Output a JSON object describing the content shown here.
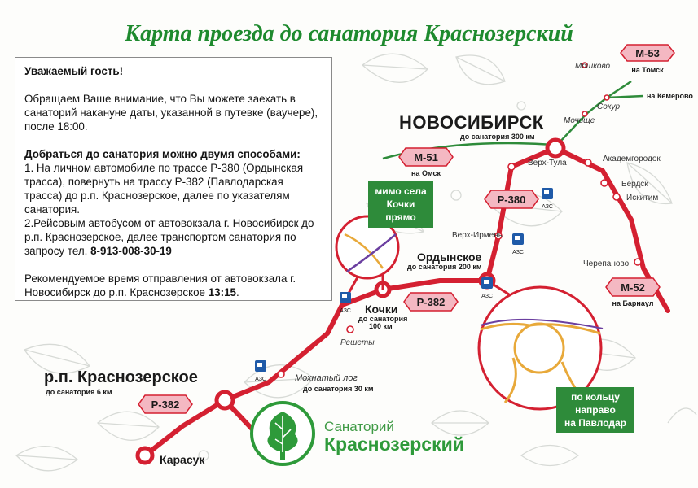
{
  "title": "Карта проезда до санатория Краснозерский",
  "info": {
    "greeting": "Уважаемый гость!",
    "para1": "Обращаем Ваше внимание, что Вы можете заехать в санаторий накануне даты, указанной в путевке (ваучере), после 18:00.",
    "ways_heading": "Добраться до санатория можно двумя способами:",
    "way1": "1. На личном автомобиле по трассе Р-380 (Ордынская трасса), повернуть на трассу Р-382 (Павлодарская трасса) до р.п. Краснозерское, далее по указателям санатория.",
    "way2_text": "2.Рейсовым автобусом от автовокзала г. Новосибирск до р.п. Краснозерское, далее транспортом санатория по запросу тел.",
    "phone": "8-913-008-30-19",
    "recommend_text": "Рекомендуемое время отправления от автовокзала г. Новосибирск до р.п. Краснозерское",
    "departure_time": "13:15",
    "dot": "."
  },
  "map": {
    "cities": {
      "novosibirsk": "НОВОСИБИРСК",
      "novosibirsk_dist": "до санатория 300 км",
      "ordynskoe": "Ордынское",
      "ordynskoe_dist": "до санатория 200 км",
      "kochki": "Кочки",
      "kochki_dist1": "до санатория",
      "kochki_dist2": "100 км",
      "krasnozerskoe": "р.п. Краснозерское",
      "krasnozerskoe_dist": "до санатория 6 км",
      "mokhnatyi_log": "Мохнатый лог",
      "mokhnatyi_log_dist": "до санатория 30 км",
      "karasuk": "Карасук"
    },
    "places": {
      "moshkovo": "Мошково",
      "sokur": "Сокур",
      "mochishche": "Мочище",
      "verkh_tula": "Верх-Тула",
      "akademgorodok": "Академгородок",
      "berdsk": "Бердск",
      "iskitim": "Искитим",
      "cherepanovo": "Черепаново",
      "verkh_irmen": "Верх-Ирмень",
      "reshety": "Решеты"
    },
    "roads": {
      "m53": "М-53",
      "m53_dir": "на Томск",
      "m51": "М-51",
      "m51_dir": "на Омск",
      "m52": "М-52",
      "m52_dir": "на Барнаул",
      "kemerovo_dir": "на Кемерово",
      "r380": "Р-380",
      "r382_a": "Р-382",
      "r382_b": "Р-382"
    },
    "azs": "АЗС",
    "fuel_glyph": "P",
    "callout_kochki": [
      "мимо села",
      "Кочки",
      "прямо"
    ],
    "callout_ring": [
      "по кольцу",
      "направо",
      "на Павлодар"
    ],
    "sanatorium_word": "Санаторий",
    "sanatorium_name": "Краснозерский"
  },
  "colors": {
    "road_red": "#d42031",
    "road_green": "#2e8b3a",
    "title_green": "#1e8a2e",
    "callout_green": "#2e8b3a",
    "shield_pink": "#f4b8c2",
    "azs_blue": "#1f5aa8"
  }
}
